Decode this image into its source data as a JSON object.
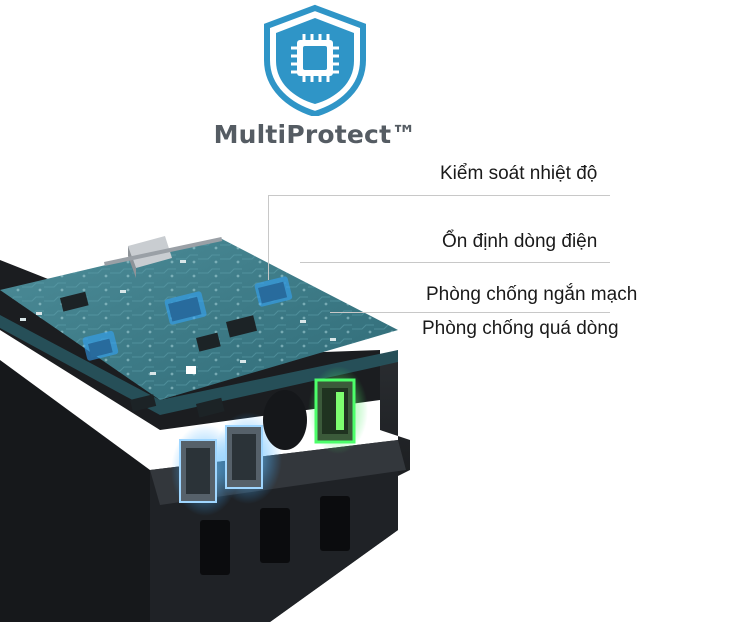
{
  "brand": {
    "name": "MultiProtect™",
    "badge_icon": "shield-chip-icon",
    "accent": "#2f95c7"
  },
  "features": [
    "Kiểm soát nhiệt độ",
    "Ổn định dòng điện",
    "Phòng chống ngắn mạch",
    "Phòng chống quá dòng"
  ],
  "illustration": {
    "subject": "charger-circuit-board-icon",
    "board_color": "#3f7f8c",
    "port_glow_blue": "#33a6ff",
    "port_glow_green": "#37e85a"
  }
}
